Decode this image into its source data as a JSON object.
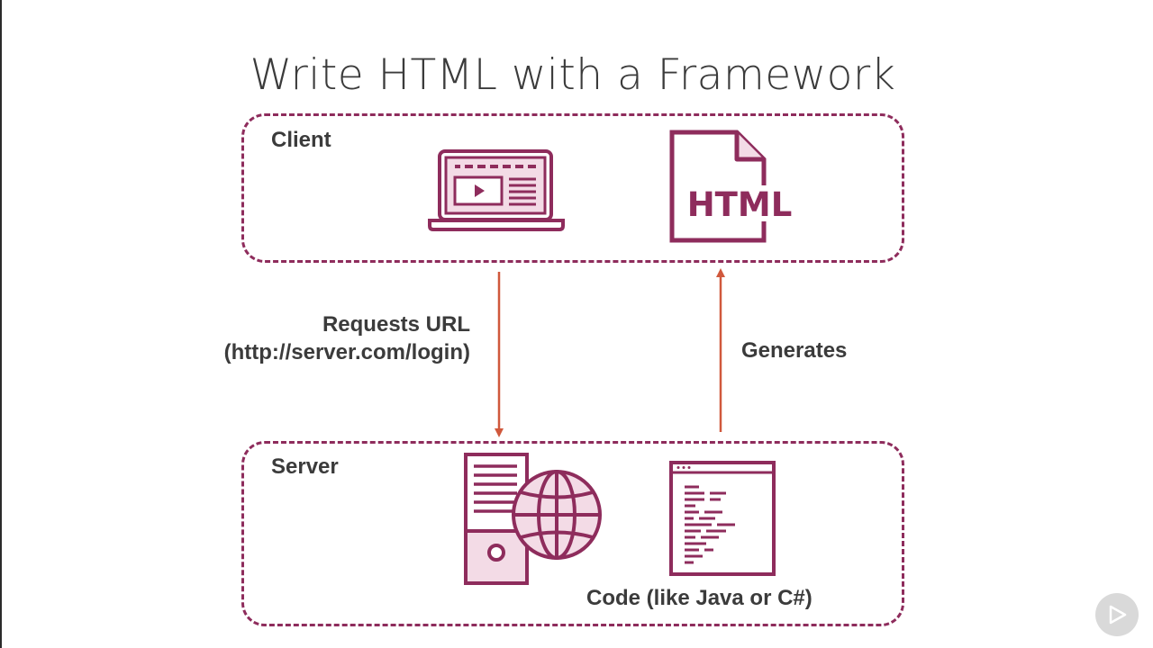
{
  "title": "Write HTML with a Framework",
  "client": {
    "label": "Client",
    "icons": [
      "laptop-browser-icon",
      "html-file-icon"
    ]
  },
  "server": {
    "label": "Server",
    "icons": [
      "server-globe-icon",
      "code-window-icon"
    ],
    "code_label": "Code (like Java or C#)"
  },
  "edges": {
    "request_line1": "Requests URL",
    "request_line2": "(http://server.com/login)",
    "response": "Generates"
  },
  "html_file_text": "HTML",
  "colors": {
    "accent": "#8e2c5c",
    "accent_fill": "#f3dbe6",
    "arrow": "#d0583c",
    "text": "#3b3b3b"
  },
  "player": {
    "icon": "play-icon"
  }
}
